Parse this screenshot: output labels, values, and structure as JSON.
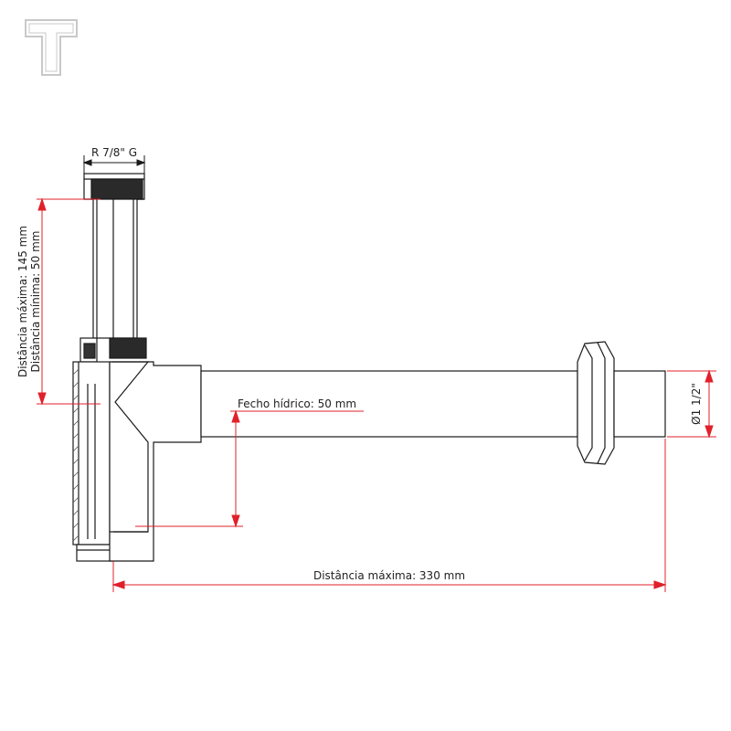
{
  "brand": {
    "logo_letter": "T"
  },
  "colors": {
    "dimension_lines": "#e0202a",
    "outline": "#1a1a1a",
    "logo": "#c8c8c8"
  },
  "labels": {
    "thread": "R 7/8\" G",
    "max_height": "Distância máxima: 145 mm",
    "min_height": "Distância mínima: 50 mm",
    "water_seal": "Fecho hídrico: 50 mm",
    "diameter": "Ø1 1/2\"",
    "max_length": "Distância máxima: 330 mm"
  }
}
